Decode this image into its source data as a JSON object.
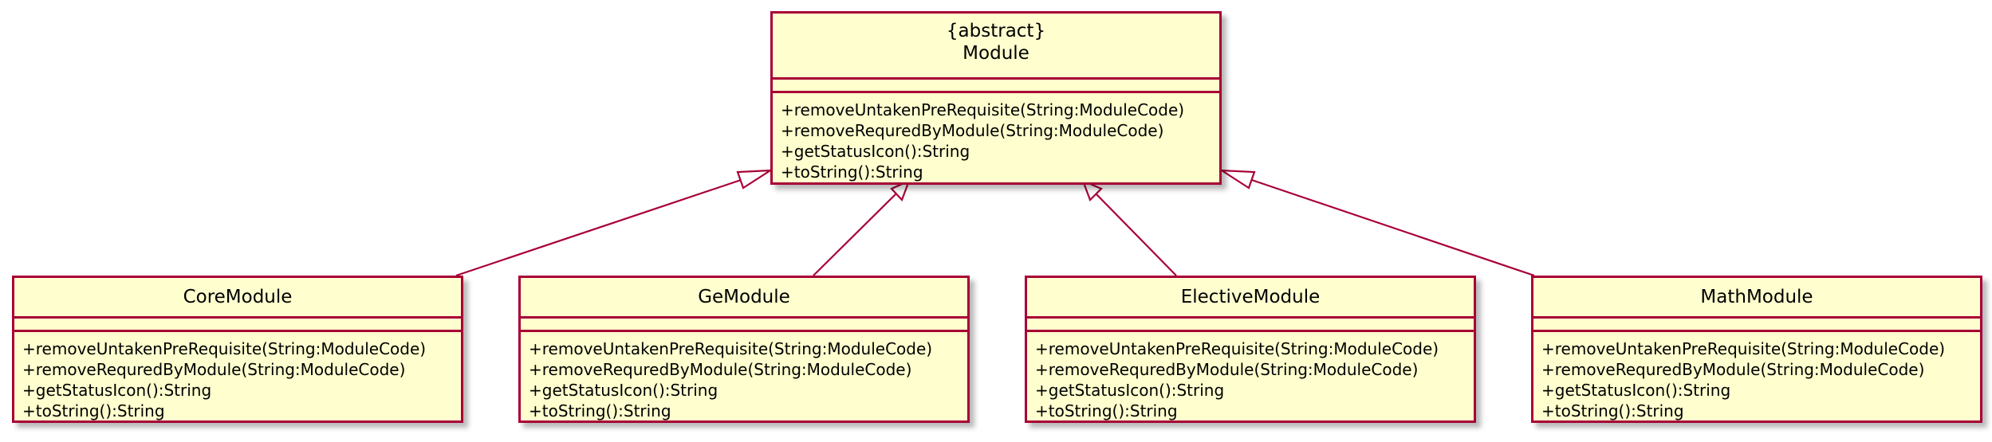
{
  "diagram": {
    "colors": {
      "class_fill": "#FEFECE",
      "class_border": "#A80036",
      "text": "#000000",
      "arrow_head_fill": "#FFFFFF"
    },
    "relationship_type": "generalization",
    "parent": {
      "stereotype": "{abstract}",
      "name": "Module",
      "operations": [
        "+removeUntakenPreRequisite(String:ModuleCode)",
        "+removeRequredByModule(String:ModuleCode)",
        "+getStatusIcon():String",
        "+toString():String"
      ]
    },
    "children": [
      {
        "name": "CoreModule",
        "operations": [
          "+removeUntakenPreRequisite(String:ModuleCode)",
          "+removeRequredByModule(String:ModuleCode)",
          "+getStatusIcon():String",
          "+toString():String"
        ]
      },
      {
        "name": "GeModule",
        "operations": [
          "+removeUntakenPreRequisite(String:ModuleCode)",
          "+removeRequredByModule(String:ModuleCode)",
          "+getStatusIcon():String",
          "+toString():String"
        ]
      },
      {
        "name": "ElectiveModule",
        "operations": [
          "+removeUntakenPreRequisite(String:ModuleCode)",
          "+removeRequredByModule(String:ModuleCode)",
          "+getStatusIcon():String",
          "+toString():String"
        ]
      },
      {
        "name": "MathModule",
        "operations": [
          "+removeUntakenPreRequisite(String:ModuleCode)",
          "+removeRequredByModule(String:ModuleCode)",
          "+getStatusIcon():String",
          "+toString():String"
        ]
      }
    ]
  }
}
